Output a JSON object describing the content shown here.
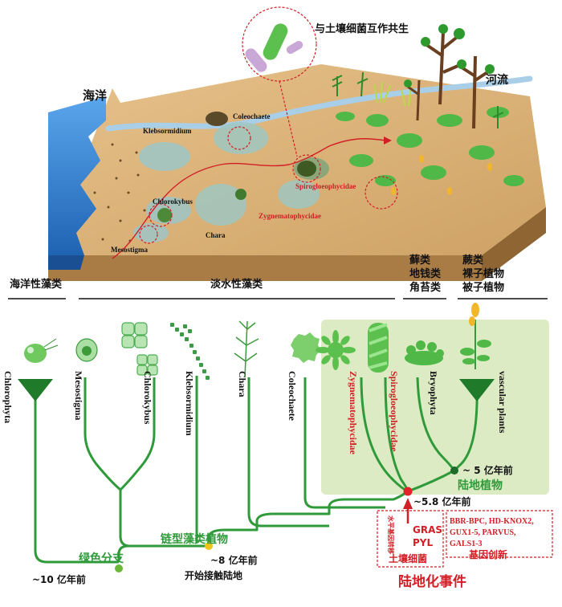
{
  "landscape": {
    "ocean_label": "海洋",
    "river_label": "河流",
    "symbiosis_label": "与土壤细菌互作共生",
    "map_taxa": [
      {
        "key": "klebsormidium",
        "label": "Klebsormidium",
        "color": "#111111"
      },
      {
        "key": "coleochaete",
        "label": "Coleochaete",
        "color": "#111111"
      },
      {
        "key": "chlorokybus",
        "label": "Chlorokybus",
        "color": "#111111"
      },
      {
        "key": "chara",
        "label": "Chara",
        "color": "#111111"
      },
      {
        "key": "mesostigma",
        "label": "Mesostigma",
        "color": "#111111"
      },
      {
        "key": "spirogloeophycidae",
        "label": "Spirogloeophycidae",
        "color": "#d21f26"
      },
      {
        "key": "zygnematophycidae",
        "label": "Zygnematophycidae",
        "color": "#d21f26"
      }
    ]
  },
  "categories": {
    "marine_algae": "海洋性藻类",
    "freshwater_algae": "淡水性藻类",
    "bryophytes": [
      "藓类",
      "地钱类",
      "角苔类"
    ],
    "vascular": [
      "蕨类",
      "裸子植物",
      "被子植物"
    ]
  },
  "tree": {
    "taxa": [
      {
        "key": "chlorophyta",
        "label": "Chlorophyta",
        "color": "#111111"
      },
      {
        "key": "mesostigma",
        "label": "Mesostigma",
        "color": "#111111"
      },
      {
        "key": "chlorokybus",
        "label": "Chlorokybus",
        "color": "#111111"
      },
      {
        "key": "klebsormidium",
        "label": "Klebsormidium",
        "color": "#111111"
      },
      {
        "key": "chara",
        "label": "Chara",
        "color": "#111111"
      },
      {
        "key": "coleochaete",
        "label": "Coleochaete",
        "color": "#111111"
      },
      {
        "key": "zygnematophycidae",
        "label": "Zygnematophycidae",
        "color": "#d21f26"
      },
      {
        "key": "spirogloeophycidae",
        "label": "Spirogloeophycidae",
        "color": "#d21f26"
      },
      {
        "key": "bryophyta",
        "label": "Bryophyta",
        "color": "#111111"
      },
      {
        "key": "vascular",
        "label": "vascular plants",
        "color": "#111111"
      }
    ],
    "time_5": "~ 5 亿年前",
    "land_plants": "陆地植物",
    "time_58": "~5.8 亿年前",
    "streptophyte": "链型藻类植物",
    "time_8": "~8 亿年前",
    "touch_land": "开始接触陆地",
    "green_lineage": "绿色分支",
    "time_10": "~10 亿年前"
  },
  "event": {
    "hgt_label": "水平基因转移",
    "genes": [
      "GRAS",
      "PYL"
    ],
    "soil_bacteria": "土壤细菌",
    "gene_list": [
      "BBR-BPC, HD-KNOX2,",
      "GUX1-5, PARVUS,",
      "GALS1-3"
    ],
    "innovation": "基因创新",
    "terrestrialization": "陆地化事件"
  },
  "colors": {
    "branch": "#2f9a3a",
    "red": "#d21f26",
    "land_box": "#dcebc3",
    "soil_top": "#d9b27a",
    "soil_side": "#a97c46",
    "ocean": "#2f7fd6"
  }
}
